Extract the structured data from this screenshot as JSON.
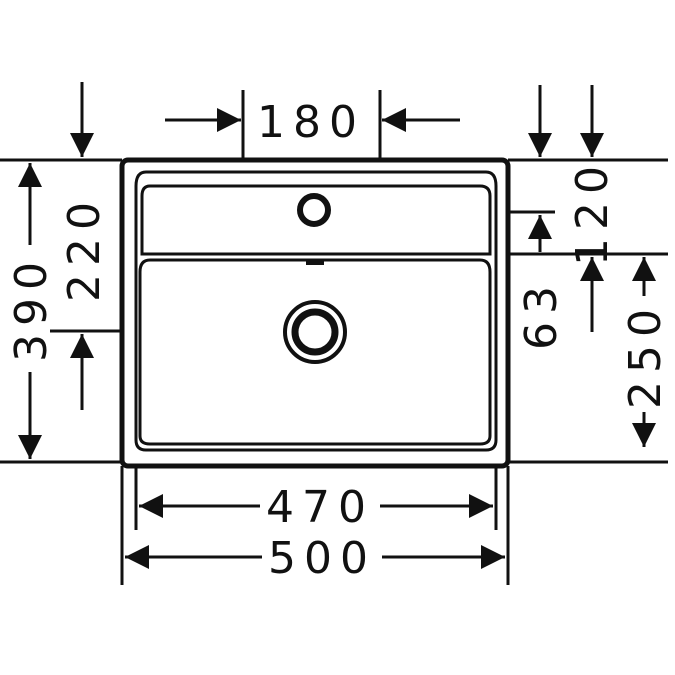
{
  "colors": {
    "line": "#111111",
    "background": "#ffffff"
  },
  "dimensions": {
    "top_width": "180",
    "inner_width": "470",
    "outer_width": "500",
    "total_depth": "390",
    "upper_depth": "220",
    "tap_offset": "120",
    "ledge_height": "63",
    "bowl_depth": "250"
  }
}
